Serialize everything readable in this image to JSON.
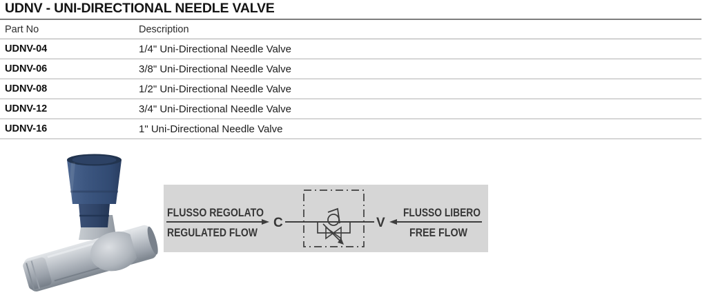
{
  "page": {
    "title": "UDNV - UNI-DIRECTIONAL NEEDLE VALVE"
  },
  "parts_table": {
    "columns": [
      "Part No",
      "Description"
    ],
    "rows": [
      {
        "part_no": "UDNV-04",
        "description": "1/4\" Uni-Directional Needle Valve"
      },
      {
        "part_no": "UDNV-06",
        "description": "3/8\" Uni-Directional Needle Valve"
      },
      {
        "part_no": "UDNV-08",
        "description": "1/2\" Uni-Directional Needle Valve"
      },
      {
        "part_no": "UDNV-12",
        "description": "3/4\" Uni-Directional Needle Valve"
      },
      {
        "part_no": "UDNV-16",
        "description": "1\" Uni-Directional Needle Valve"
      }
    ]
  },
  "diagram": {
    "labels": {
      "regulated_flow_it": "FLUSSO REGOLATO",
      "regulated_flow_en": "REGULATED FLOW",
      "free_flow_it": "FLUSSO LIBERO",
      "free_flow_en": "FREE FLOW",
      "port_regulated": "C",
      "port_free": "V"
    },
    "colors": {
      "background": "#d6d6d6",
      "line": "#3d3d3d"
    }
  },
  "product": {
    "knob_color": "#3a5179",
    "body_color": "#aeb4bb"
  }
}
